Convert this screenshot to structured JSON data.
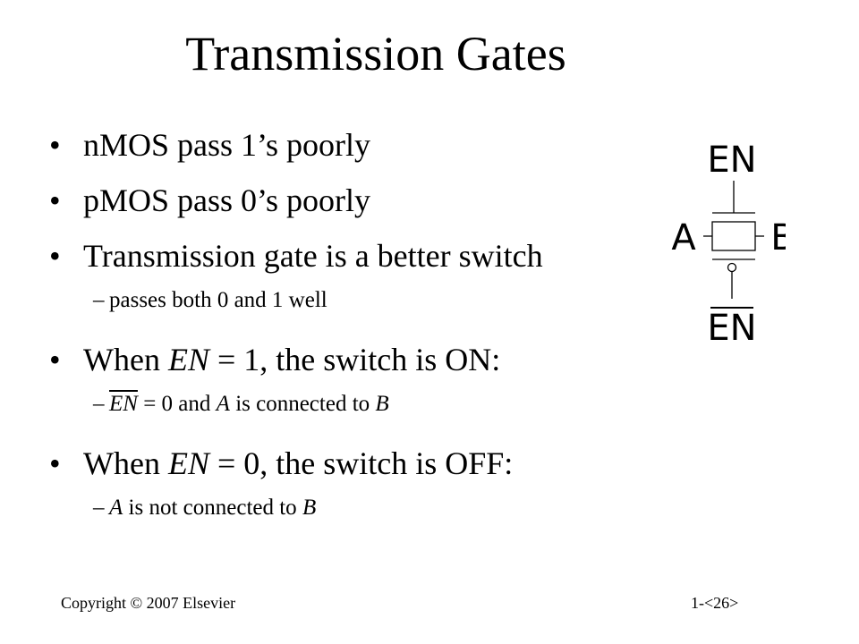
{
  "slide": {
    "title": "Transmission Gates"
  },
  "bullets": {
    "b1": "nMOS pass 1’s poorly",
    "b2": "pMOS pass 0’s poorly",
    "b3": "Transmission gate is a better switch",
    "b3_sub": "passes both 0 and 1 well",
    "b4_prefix": "When ",
    "b4_var": "EN",
    "b4_suffix": " = 1, the switch is ON:",
    "b4_sub_var1": "EN",
    "b4_sub_mid1": " = 0 and ",
    "b4_sub_var2": "A",
    "b4_sub_mid2": " is connected to ",
    "b4_sub_var3": "B",
    "b5_prefix": "When ",
    "b5_var": "EN",
    "b5_suffix": " = 0, the switch is OFF:",
    "b5_sub_var1": "A",
    "b5_sub_mid": " is not connected to ",
    "b5_sub_var2": "B",
    "dash": "–"
  },
  "diagram": {
    "top_label": "EN",
    "left_label": "A",
    "right_label": "B",
    "bottom_label": "EN"
  },
  "footer": {
    "copyright": "Copyright © 2007 Elsevier",
    "slide_number": "1-<26>"
  }
}
